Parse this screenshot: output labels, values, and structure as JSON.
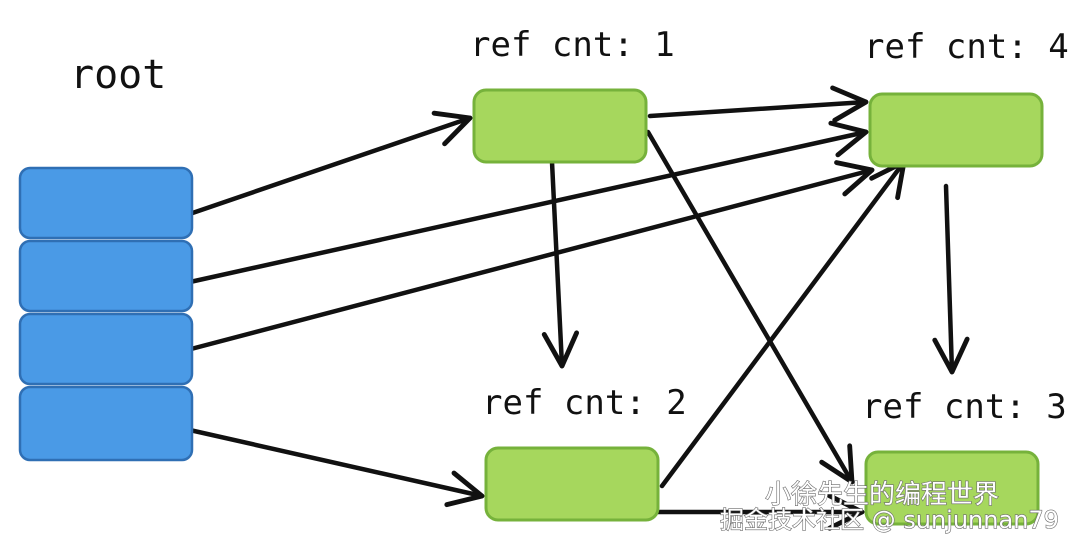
{
  "diagram": {
    "root_label": "root",
    "root_slots": [
      {
        "id": "slot-1"
      },
      {
        "id": "slot-2"
      },
      {
        "id": "slot-3"
      },
      {
        "id": "slot-4"
      }
    ],
    "objects": [
      {
        "id": "obj-top-left",
        "label": "ref cnt: 1"
      },
      {
        "id": "obj-top-right",
        "label": "ref cnt: 4"
      },
      {
        "id": "obj-bottom-left",
        "label": "ref cnt: 2"
      },
      {
        "id": "obj-bottom-right",
        "label": "ref cnt: 3"
      }
    ],
    "references": [
      {
        "from": "slot-1",
        "to": "obj-top-left"
      },
      {
        "from": "slot-2",
        "to": "obj-top-right"
      },
      {
        "from": "slot-3",
        "to": "obj-top-right"
      },
      {
        "from": "slot-4",
        "to": "obj-bottom-left"
      },
      {
        "from": "obj-top-left",
        "to": "obj-top-right"
      },
      {
        "from": "obj-top-left",
        "to": "obj-bottom-left"
      },
      {
        "from": "obj-top-left",
        "to": "obj-bottom-right"
      },
      {
        "from": "obj-bottom-left",
        "to": "obj-top-right"
      },
      {
        "from": "obj-top-right",
        "to": "obj-bottom-right"
      },
      {
        "from": "obj-bottom-left",
        "to": "obj-bottom-right"
      }
    ],
    "colors": {
      "root_fill": "#4a9ae6",
      "root_stroke": "#2f6fb4",
      "object_fill": "#a6d75d",
      "object_stroke": "#76b23b",
      "arrow": "#111111"
    }
  },
  "watermark": {
    "line1": "小徐先生的编程世界",
    "line2": "掘金技术社区 @ sunjunnan79"
  }
}
